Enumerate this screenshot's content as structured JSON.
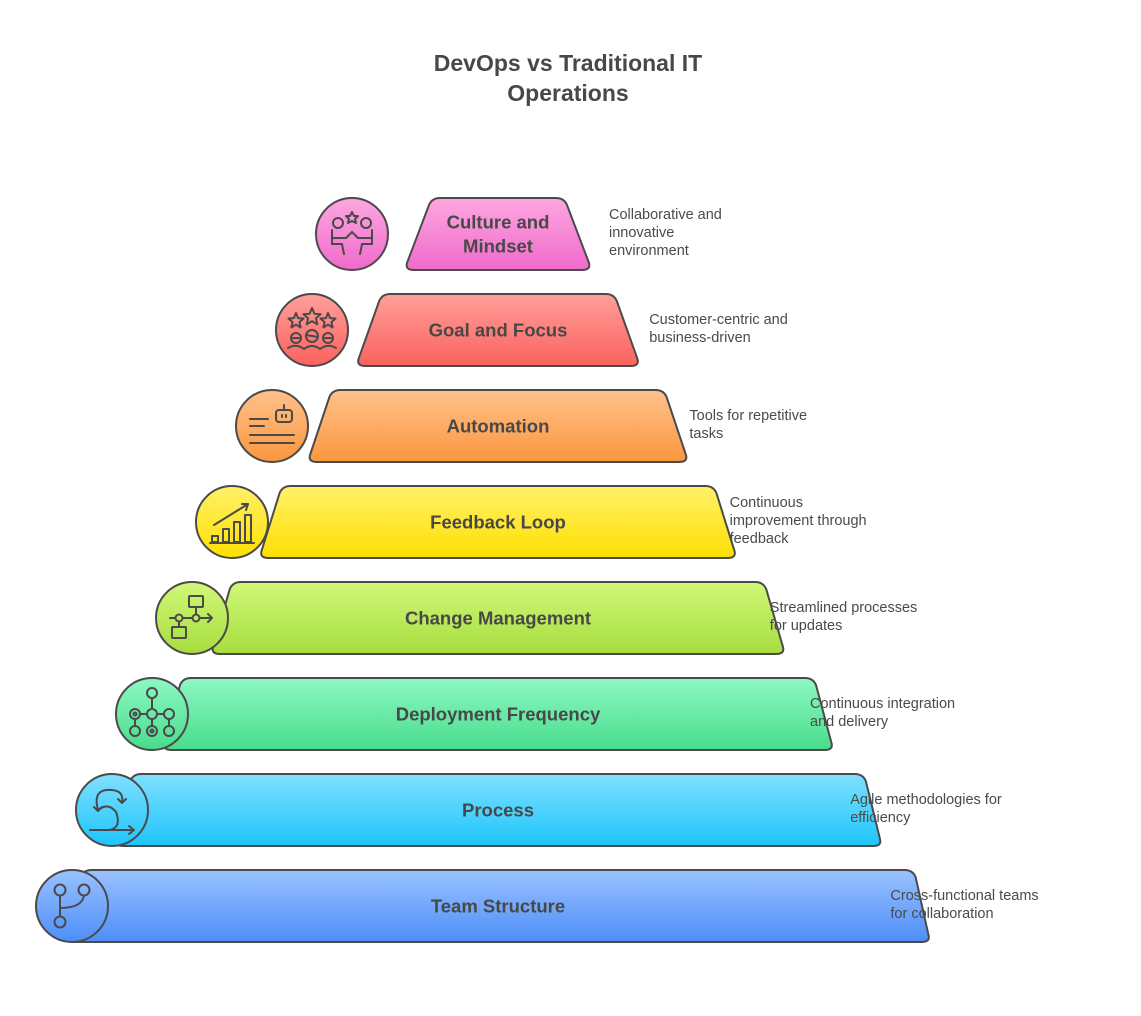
{
  "title": "DevOps vs Traditional IT\nOperations",
  "title_lines": [
    "DevOps vs Traditional IT",
    "Operations"
  ],
  "stroke_color": "#4a4a4a",
  "layers": [
    {
      "label_lines": [
        "Culture and",
        "Mindset"
      ],
      "description": "Collaborative and\ninnovative\nenvironment",
      "icon": "team-collaboration-icon",
      "color_top": "#fda7e0",
      "color_bottom": "#f06acb"
    },
    {
      "label_lines": [
        "Goal and Focus"
      ],
      "description": "Customer-centric and\nbusiness-driven",
      "icon": "stars-audience-icon",
      "color_top": "#ff9f9a",
      "color_bottom": "#fb625e"
    },
    {
      "label_lines": [
        "Automation"
      ],
      "description": "Tools for repetitive\ntasks",
      "icon": "robot-list-icon",
      "color_top": "#ffc18b",
      "color_bottom": "#fb973e"
    },
    {
      "label_lines": [
        "Feedback Loop"
      ],
      "description": "Continuous\nimprovement through\nfeedback",
      "icon": "growth-chart-icon",
      "color_top": "#fff06a",
      "color_bottom": "#ffe000"
    },
    {
      "label_lines": [
        "Change Management"
      ],
      "description": "Streamlined processes\nfor updates",
      "icon": "workflow-icon",
      "color_top": "#d1f878",
      "color_bottom": "#a6dd3f"
    },
    {
      "label_lines": [
        "Deployment Frequency"
      ],
      "description": "Continuous integration\nand delivery",
      "icon": "network-nodes-icon",
      "color_top": "#8ef8c2",
      "color_bottom": "#48dc8c"
    },
    {
      "label_lines": [
        "Process"
      ],
      "description": "Agile methodologies for\nefficiency",
      "icon": "agile-loop-icon",
      "color_top": "#7fe0ff",
      "color_bottom": "#1ec5fb"
    },
    {
      "label_lines": [
        "Team Structure"
      ],
      "description": "Cross-functional teams\nfor collaboration",
      "icon": "branch-icon",
      "color_top": "#9ac2ff",
      "color_bottom": "#4d8ef8"
    }
  ]
}
